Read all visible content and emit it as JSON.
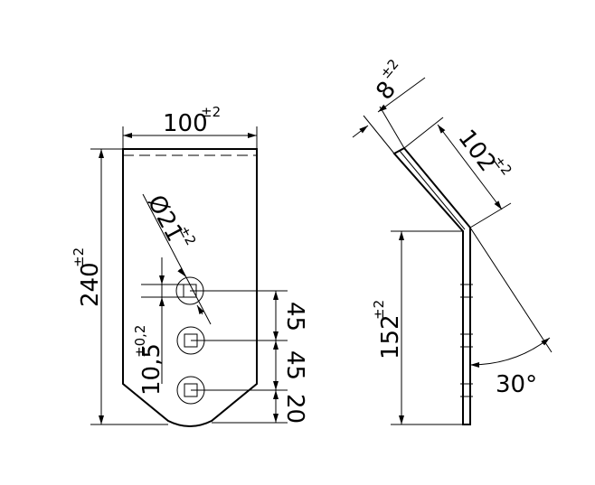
{
  "dimensions": {
    "width_main": "100",
    "width_tol": "±2",
    "height_main": "240",
    "height_tol": "±2",
    "hole_dia": "Ø21",
    "hole_dia_tol": "±2",
    "hole_offset": "10,5",
    "hole_offset_tol": "±0,2",
    "pitch_1": "45",
    "pitch_2": "45",
    "bottom_gap": "20",
    "thickness": "8",
    "thickness_tol": "±2",
    "upper_len": "102",
    "upper_len_tol": "±2",
    "lower_len": "152",
    "lower_len_tol": "±2",
    "angle": "30°"
  },
  "colors": {
    "line": "#000000",
    "background": "#ffffff"
  }
}
